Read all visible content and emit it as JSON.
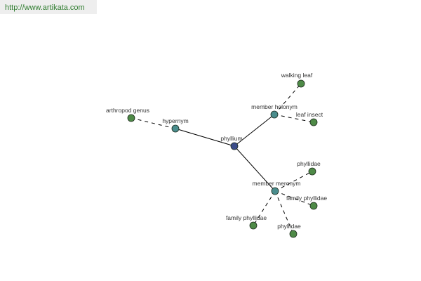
{
  "source_url": "http://www.artikata.com",
  "colors": {
    "center": "#3b4c8a",
    "relation": "#4a8d8d",
    "leaf": "#4e8a47",
    "edge": "#000000",
    "url_text": "#2f7d2f"
  },
  "graph": {
    "nodes": [
      {
        "id": "phyllium",
        "label": "phyllium",
        "kind": "center"
      },
      {
        "id": "hypernym",
        "label": "hypernym",
        "kind": "relation"
      },
      {
        "id": "member-holonym",
        "label": "member holonym",
        "kind": "relation"
      },
      {
        "id": "member-meronym",
        "label": "member meronym",
        "kind": "relation"
      },
      {
        "id": "arthropod-genus",
        "label": "arthropod genus",
        "kind": "leaf"
      },
      {
        "id": "walking-leaf",
        "label": "walking leaf",
        "kind": "leaf"
      },
      {
        "id": "leaf-insect",
        "label": "leaf insect",
        "kind": "leaf"
      },
      {
        "id": "phyllidae-1",
        "label": "phyllidae",
        "kind": "leaf"
      },
      {
        "id": "family-phyllidae-1",
        "label": "family phyllidae",
        "kind": "leaf"
      },
      {
        "id": "family-phyllidae-2",
        "label": "family phyllidae",
        "kind": "leaf"
      },
      {
        "id": "phyllidae-2",
        "label": "phyllidae",
        "kind": "leaf"
      }
    ],
    "edges": [
      {
        "from": "phyllium",
        "to": "hypernym",
        "style": "solid"
      },
      {
        "from": "phyllium",
        "to": "member-holonym",
        "style": "solid"
      },
      {
        "from": "phyllium",
        "to": "member-meronym",
        "style": "solid"
      },
      {
        "from": "hypernym",
        "to": "arthropod-genus",
        "style": "dashed"
      },
      {
        "from": "member-holonym",
        "to": "walking-leaf",
        "style": "dashed"
      },
      {
        "from": "member-holonym",
        "to": "leaf-insect",
        "style": "dashed"
      },
      {
        "from": "member-meronym",
        "to": "phyllidae-1",
        "style": "dashed"
      },
      {
        "from": "member-meronym",
        "to": "family-phyllidae-1",
        "style": "dashed"
      },
      {
        "from": "member-meronym",
        "to": "family-phyllidae-2",
        "style": "dashed"
      },
      {
        "from": "member-meronym",
        "to": "phyllidae-2",
        "style": "dashed"
      }
    ]
  }
}
